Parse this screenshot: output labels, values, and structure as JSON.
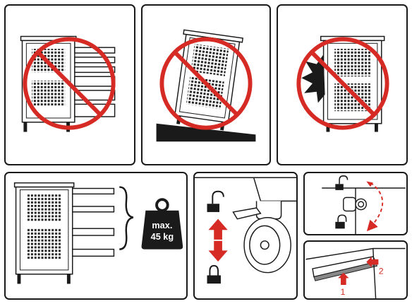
{
  "weight_limit": {
    "line1": "max.",
    "line2": "45 kg"
  },
  "latch_steps": {
    "step1": "1",
    "step2": "2"
  },
  "colors": {
    "prohibition_red": "#d62b24",
    "arrow_red": "#d62b24",
    "outline": "#1a1a1a",
    "weight_fill": "#1a1a1a"
  },
  "icons": {
    "lock_open": "padlock-open-icon",
    "lock_closed": "padlock-closed-icon",
    "weight": "weight-icon",
    "prohibition": "prohibition-sign-icon"
  }
}
